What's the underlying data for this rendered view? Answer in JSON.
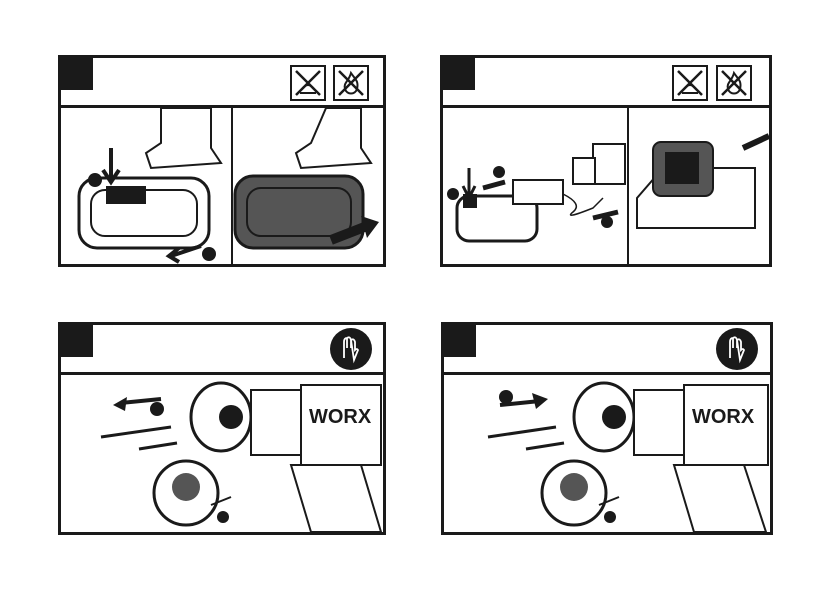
{
  "panels": [
    {
      "id": "panel-1",
      "step_number": "",
      "brand": "",
      "icons": [
        "no-water-icon",
        "no-fire-icon"
      ]
    },
    {
      "id": "panel-2",
      "step_number": "",
      "brand": "",
      "icons": [
        "no-water-icon",
        "no-fire-icon"
      ]
    },
    {
      "id": "panel-3",
      "step_number": "",
      "brand": "WORX",
      "icons": [
        "gloves-icon"
      ]
    },
    {
      "id": "panel-4",
      "step_number": "",
      "brand": "WORX",
      "icons": [
        "gloves-icon"
      ]
    }
  ],
  "colors": {
    "ink": "#1a1a1a",
    "battery_dark": "#555555",
    "paper": "#ffffff"
  }
}
